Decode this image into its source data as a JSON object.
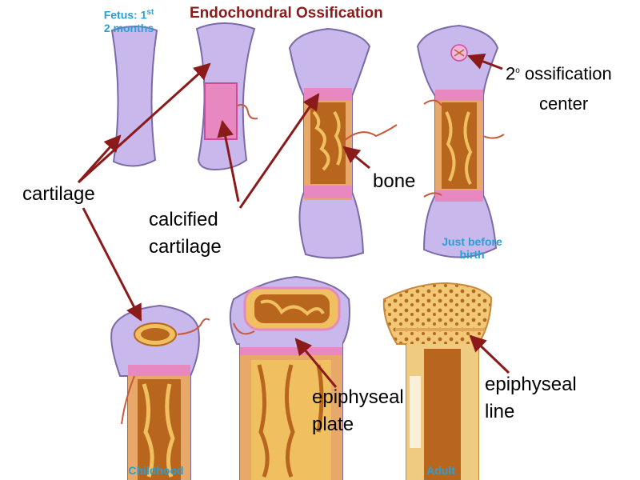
{
  "title": "Endochondral Ossification",
  "captions": {
    "fetus_line1": "Fetus: 1",
    "fetus_sup": "st",
    "fetus_line2": "2 months",
    "just_before_birth_line1": "Just before",
    "just_before_birth_line2": "birth",
    "childhood": "Childhood",
    "adult": "Adult"
  },
  "labels": {
    "cartilage": "cartilage",
    "calcified_line1": "calcified",
    "calcified_line2": "cartilage",
    "bone": "bone",
    "ossification_sup": "o",
    "ossification_line1_num": "2",
    "ossification_line1_rest": " ossification",
    "ossification_line2": "center",
    "plate_line1": "epiphyseal",
    "plate_line2": "plate",
    "line_line1": "epiphyseal",
    "line_line2": "line"
  },
  "colors": {
    "cartilage": "#c9b8ec",
    "cartilage_edge": "#7a6aa8",
    "calcified": "#e888c0",
    "bone": "#f0c060",
    "marrow": "#b8661e",
    "vessel": "#c65a3a",
    "arrow": "#8b1a1a",
    "title": "#8b1a1a",
    "caption": "#2a9fd6"
  }
}
